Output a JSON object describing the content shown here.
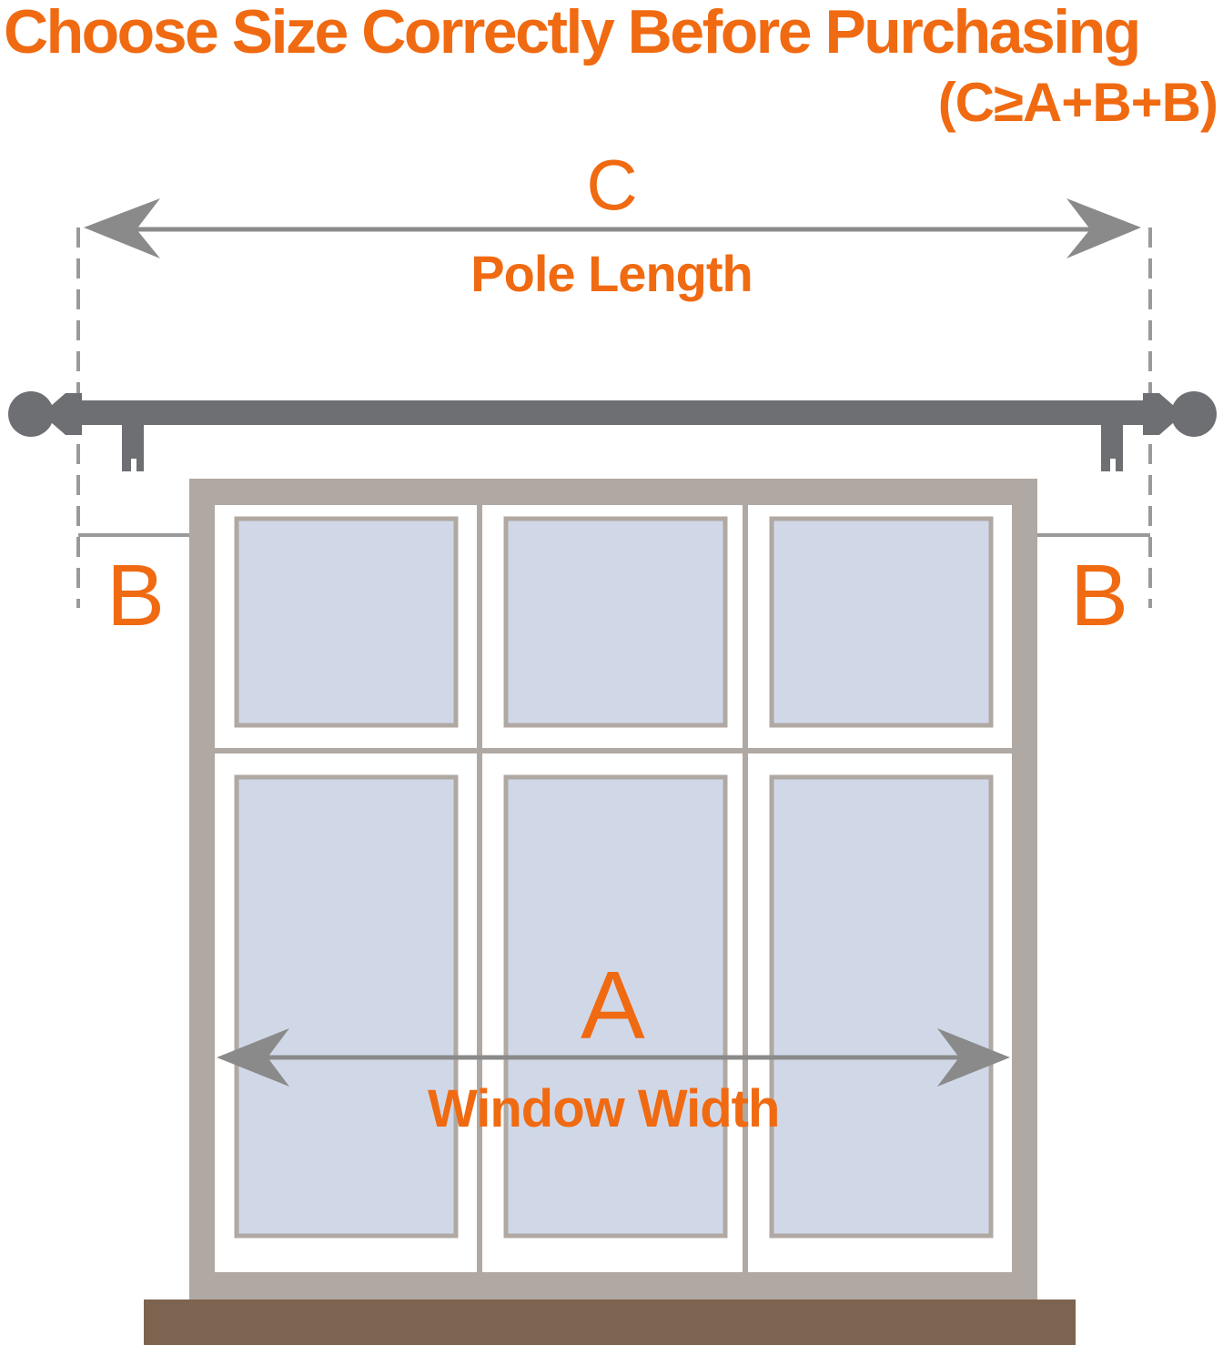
{
  "heading": {
    "title": "Choose Size Correctly Before Purchasing",
    "formula": "(C≥A+B+B)"
  },
  "labels": {
    "c_letter": "C",
    "c_text": "Pole Length",
    "b_letter": "B",
    "a_letter": "A",
    "a_text": "Window Width"
  },
  "colors": {
    "accent": "#f06a12",
    "arrow_gray": "#8a8a8a",
    "rod_gray": "#6e6f73",
    "frame": "#b0a8a2",
    "glass": "#d0d8e8",
    "sill": "#7d6450"
  },
  "window": {
    "columns": 3,
    "rows": 2
  }
}
